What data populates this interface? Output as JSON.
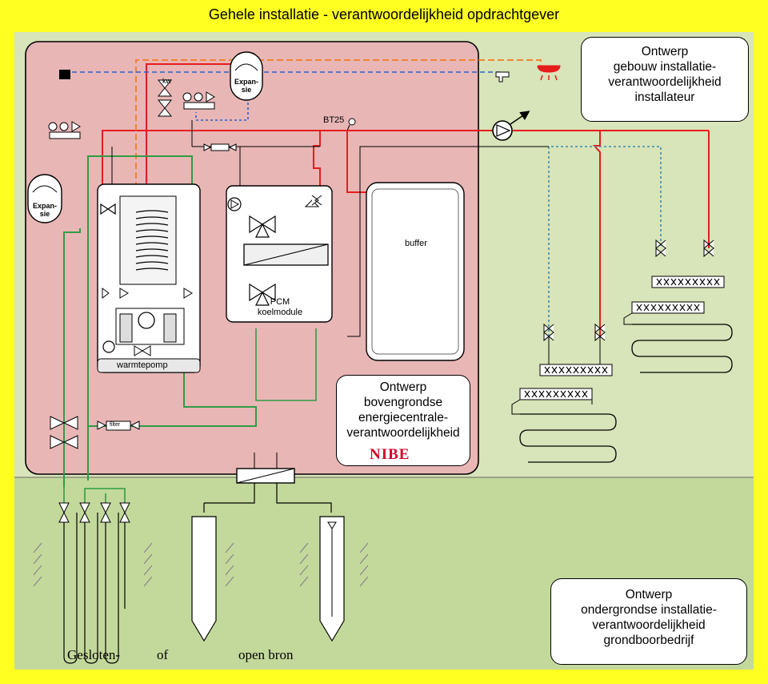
{
  "title": "Gehele installatie - verantwoordelijkheid opdrachtgever",
  "boxes": {
    "installateur": [
      "Ontwerp",
      "gebouw installatie-",
      "verantwoordelijkheid",
      "installateur"
    ],
    "energiecentrale": [
      "Ontwerp",
      "bovengrondse",
      "energiecentrale-",
      "verantwoordelijkheid"
    ],
    "grondboor": [
      "Ontwerp",
      "ondergrondse installatie-",
      "verantwoordelijkheid",
      "grondboorbedrijf"
    ]
  },
  "brand": "NIBE",
  "labels": {
    "expansie_top": [
      "Expan-",
      "sie"
    ],
    "expansie_left": [
      "Expan-",
      "sie"
    ],
    "kw": "kw",
    "bt25": "BT25",
    "buffer": "buffer",
    "pcm": [
      "PCM",
      "koelmodule"
    ],
    "warmtepomp": "warmtepomp",
    "filter": "filter"
  },
  "bottom_labels": {
    "gesloten": "Gesloten-",
    "of": "of",
    "open": "open bron"
  },
  "colors": {
    "background": "#ffff22",
    "building_zone": "#d8e4b9",
    "ground_zone": "#c3d99c",
    "energy_zone": "#e9b6b6",
    "supply_red": "#e51d1d",
    "return_green": "#2e9d45",
    "cold_blue": "#2a62c9",
    "warm_orange": "#f07d25",
    "brand_red": "#d6002a"
  },
  "icons": [
    "tap-icon",
    "shower-icon",
    "pump-icon",
    "valve-icon",
    "thermometer-icon",
    "expansion-vessel-icon",
    "heat-exchanger-icon",
    "nibe-logo-icon"
  ]
}
